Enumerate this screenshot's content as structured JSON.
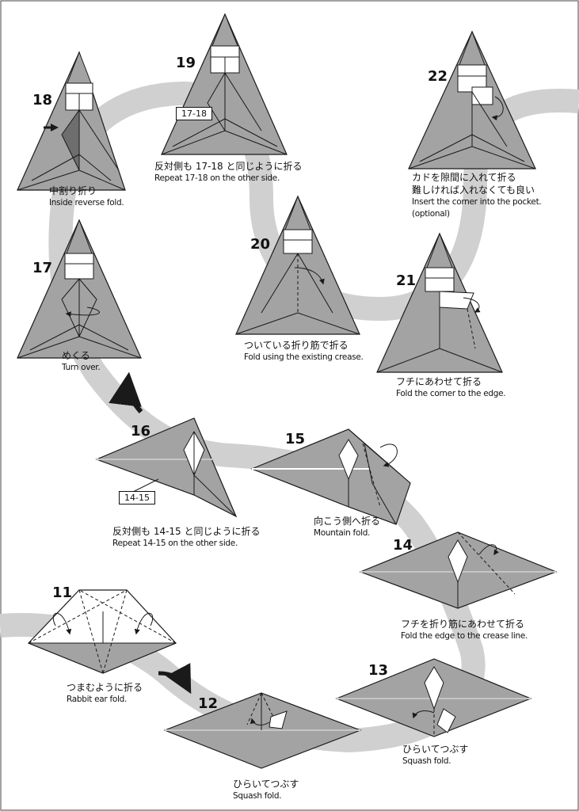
{
  "steps": {
    "s11": {
      "num": "11",
      "ja": "つまむように折る",
      "en": "Rabbit ear fold."
    },
    "s12": {
      "num": "12",
      "ja": "ひらいてつぶす",
      "en": "Squash fold."
    },
    "s13": {
      "num": "13",
      "ja": "ひらいてつぶす",
      "en": "Squash fold."
    },
    "s14": {
      "num": "14",
      "ja": "フチを折り筋にあわせて折る",
      "en": "Fold the edge to the crease line."
    },
    "s15": {
      "num": "15",
      "ja": "向こう側へ折る",
      "en": "Mountain fold."
    },
    "s16": {
      "num": "16",
      "ja": "反対側も 14-15 と同じように折る",
      "en": "Repeat 14-15 on the other side.",
      "ref": "14-15"
    },
    "s17": {
      "num": "17",
      "ja": "めくる",
      "en": "Turn over."
    },
    "s18": {
      "num": "18",
      "ja": "中割り折り",
      "en": "Inside reverse fold."
    },
    "s19": {
      "num": "19",
      "ja": "反対側も 17-18 と同じように折る",
      "en": "Repeat 17-18 on the other side.",
      "ref": "17-18"
    },
    "s20": {
      "num": "20",
      "ja": "ついている折り筋で折る",
      "en": "Fold using the existing crease."
    },
    "s21": {
      "num": "21",
      "ja": "フチにあわせて折る",
      "en": "Fold the corner to the edge."
    },
    "s22": {
      "num": "22",
      "ja1": "カドを隙間に入れて折る",
      "ja2": "難しければ入れなくても良い",
      "en1": "Insert the corner into the pocket.",
      "en2": "(optional)"
    }
  },
  "colors": {
    "paper": "#a3a3a3",
    "paper_dark": "#6e6e6e",
    "path": "#d0d0d0",
    "line": "#1a1a1a",
    "white": "#ffffff"
  }
}
